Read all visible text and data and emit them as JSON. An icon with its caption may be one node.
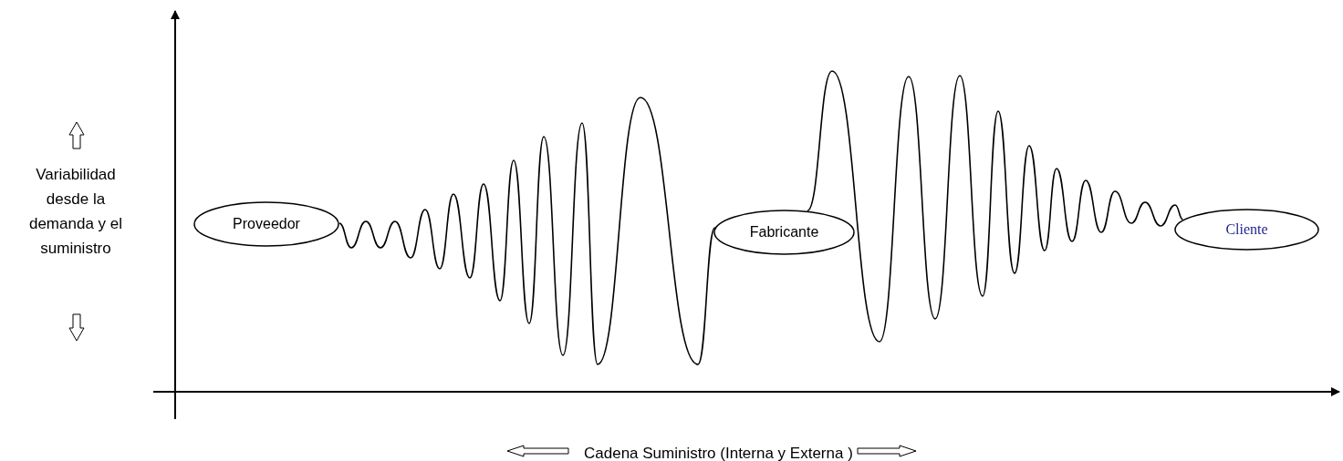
{
  "diagram": {
    "nodes": [
      {
        "text": [
          "Proveedor"
        ]
      },
      {
        "text": [
          "Fabricante"
        ]
      },
      {
        "text": [
          "Cliente"
        ]
      }
    ],
    "edges": [
      {
        "from": 0,
        "to": 1,
        "arrow": "none"
      },
      {
        "from": 1,
        "to": 2,
        "arrow": "none"
      }
    ],
    "labels": [
      "Variabilidad desde la demanda y el suministro",
      "Cadena Suministro (Interna y Externa )"
    ]
  }
}
